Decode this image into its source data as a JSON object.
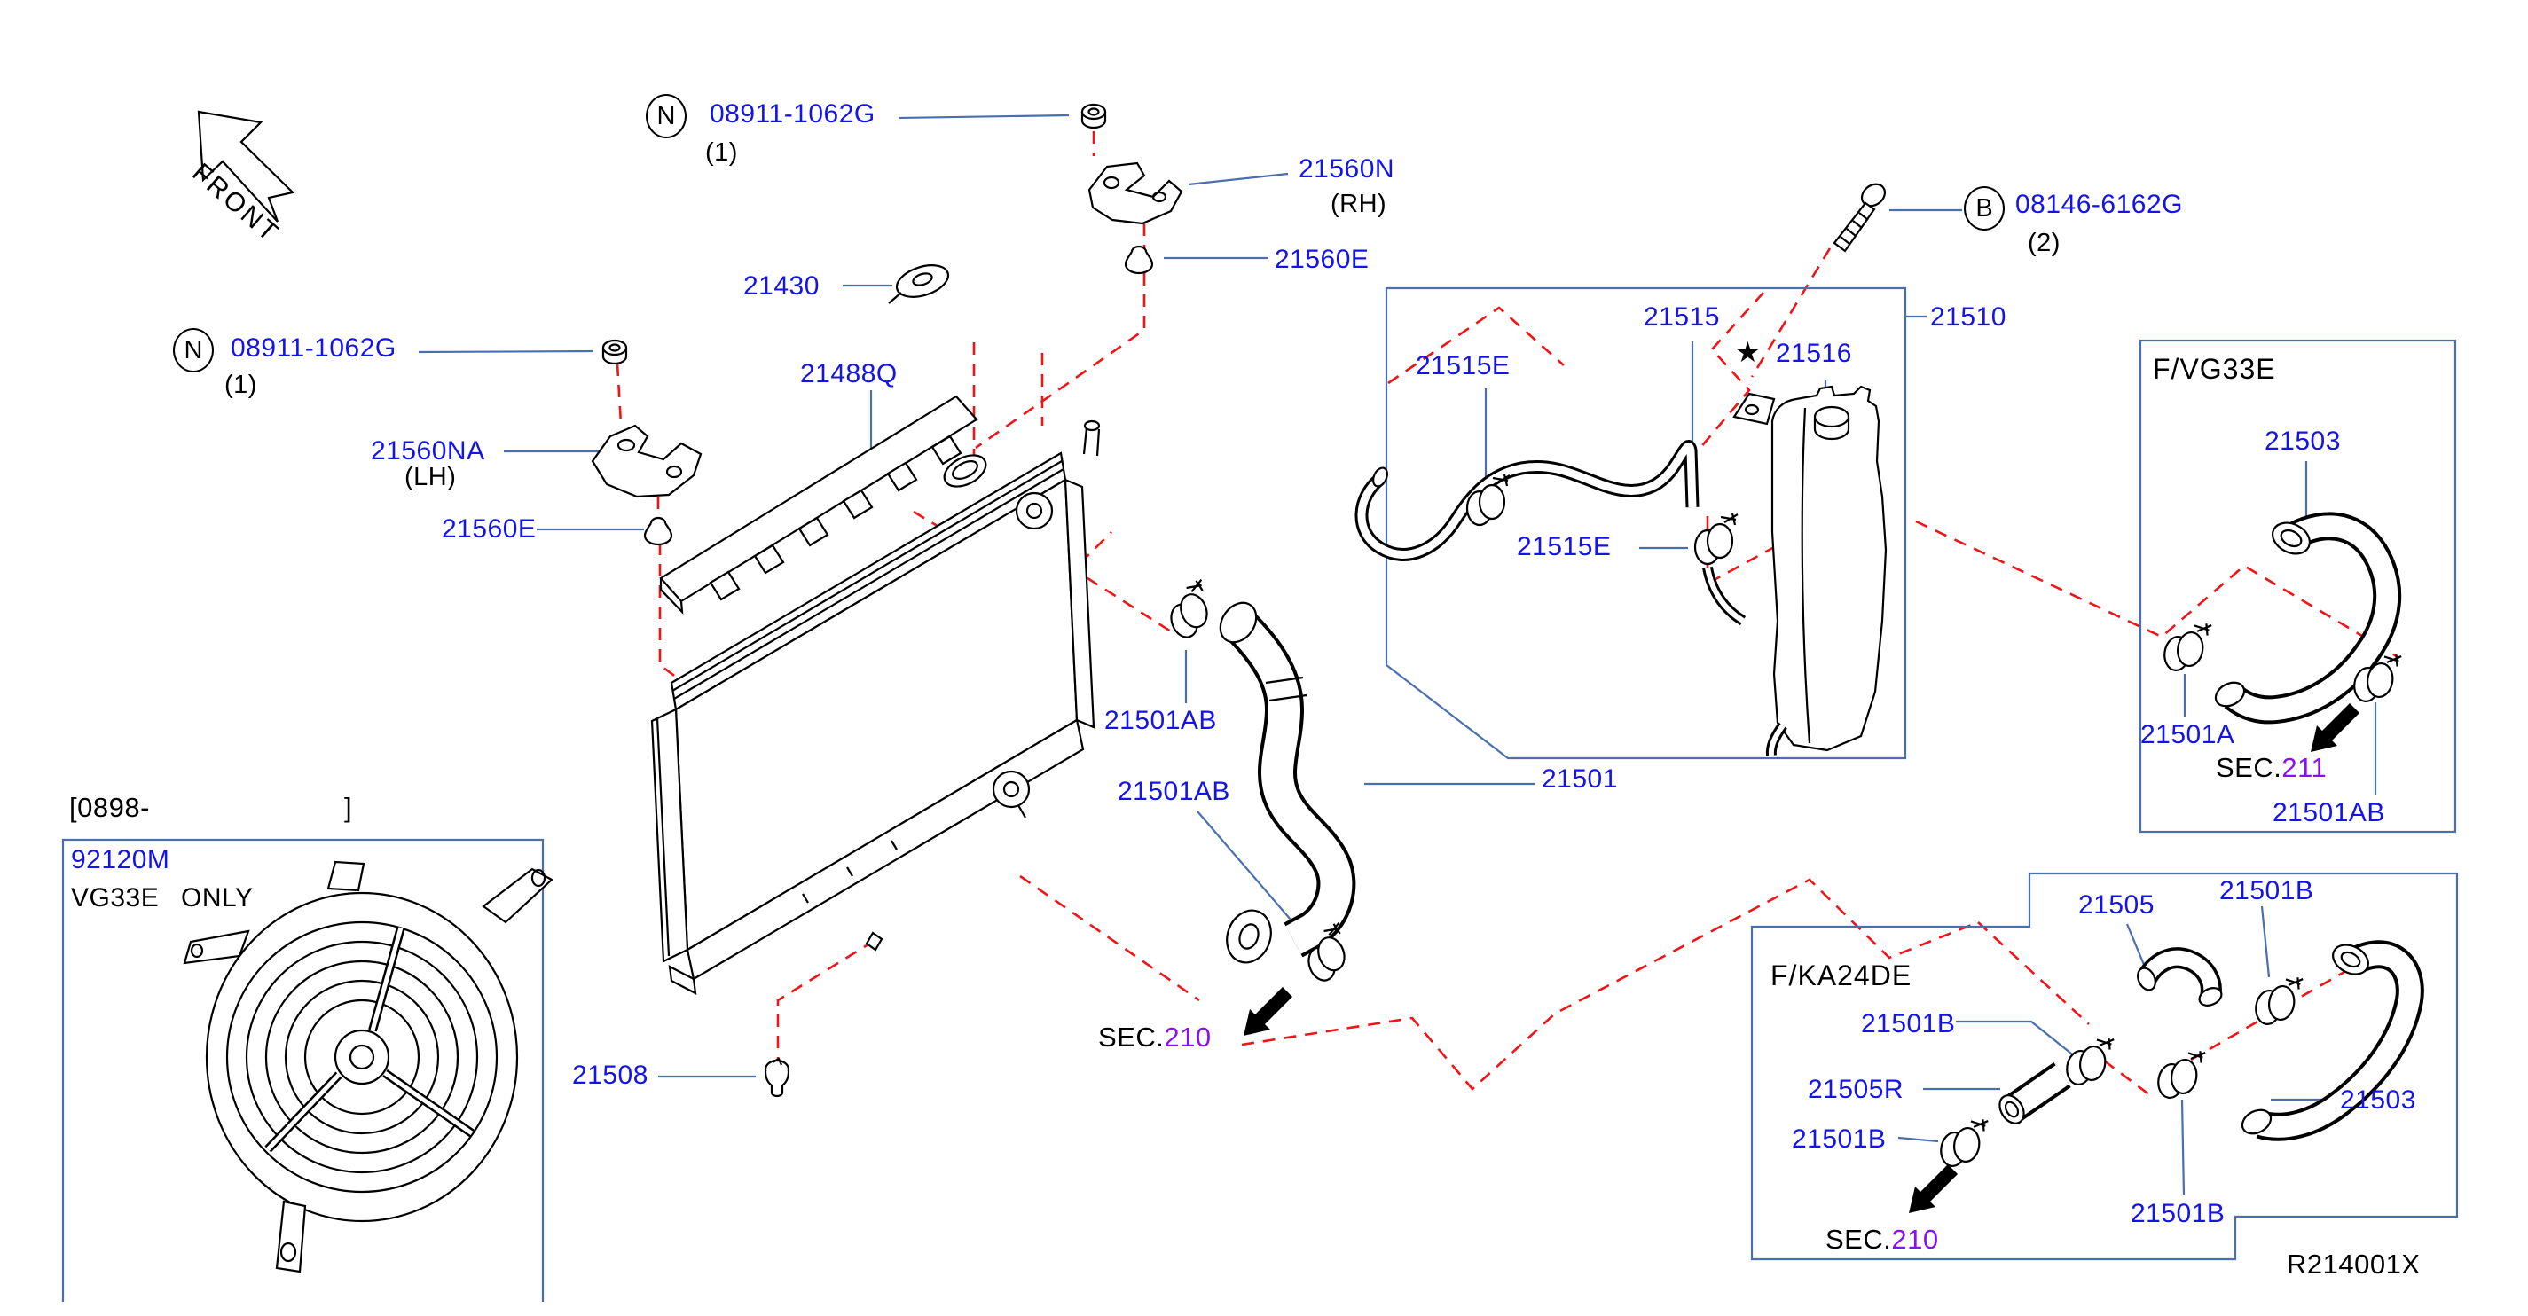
{
  "colors": {
    "part_label_blue": "#1414e8",
    "leader_blue": "#4a6fae",
    "dash_red": "#f01418",
    "sec_number_purple": "#8a10f0",
    "ink_black": "#000000"
  },
  "title_block": {
    "drawing_code": "R214001X"
  },
  "orientation": {
    "front_label": "FRONT"
  },
  "hardware_notes": {
    "nut_top": {
      "symbol": "N",
      "part_number": "08911-1062G",
      "quantity": "(1)"
    },
    "nut_left": {
      "symbol": "N",
      "part_number": "08911-1062G",
      "quantity": "(1)"
    },
    "bolt": {
      "symbol": "B",
      "part_number": "08146-6162G",
      "quantity": "(2)"
    }
  },
  "radiator": {
    "shroud_seal": "21488Q",
    "cap_bracket": "21430",
    "mount_bracket_rh": "21560N",
    "mount_bracket_rh_side": "(RH)",
    "mount_bracket_lh": "21560NA",
    "mount_bracket_lh_side": "(LH)",
    "mount_insulator_top": "21560E",
    "mount_insulator_left": "21560E",
    "drain_plug": "21508"
  },
  "hoses": {
    "upper_hose": "21501",
    "upper_clamp_1": "21501AB",
    "upper_clamp_2": "21501AB",
    "sec_ref": {
      "prefix": "SEC.",
      "number": "210"
    }
  },
  "reservoir": {
    "assembly": "21510",
    "tank_cap": "21516",
    "tank_cap_marker": "★",
    "overflow_hose": "21515",
    "clamp_top": "21515E",
    "clamp_bottom": "21515E"
  },
  "vg33e_box": {
    "title": "F/VG33E",
    "lower_hose": "21503",
    "clamp_a": "21501A",
    "clamp_ab": "21501AB",
    "sec_ref": {
      "prefix": "SEC.",
      "number": "211"
    }
  },
  "ka24de_box": {
    "title": "F/KA24DE",
    "hose_upper": "21505",
    "hose_lower": "21503",
    "pipe": "21505R",
    "clamp_1": "21501B",
    "clamp_2": "21501B",
    "clamp_3": "21501B",
    "clamp_4": "21501B",
    "sec_ref": {
      "prefix": "SEC.",
      "number": "210"
    }
  },
  "fan_box": {
    "date_range_open": "[0898-",
    "date_range_close": "]",
    "fan_part": "92120M",
    "note": "VG33E ONLY"
  }
}
